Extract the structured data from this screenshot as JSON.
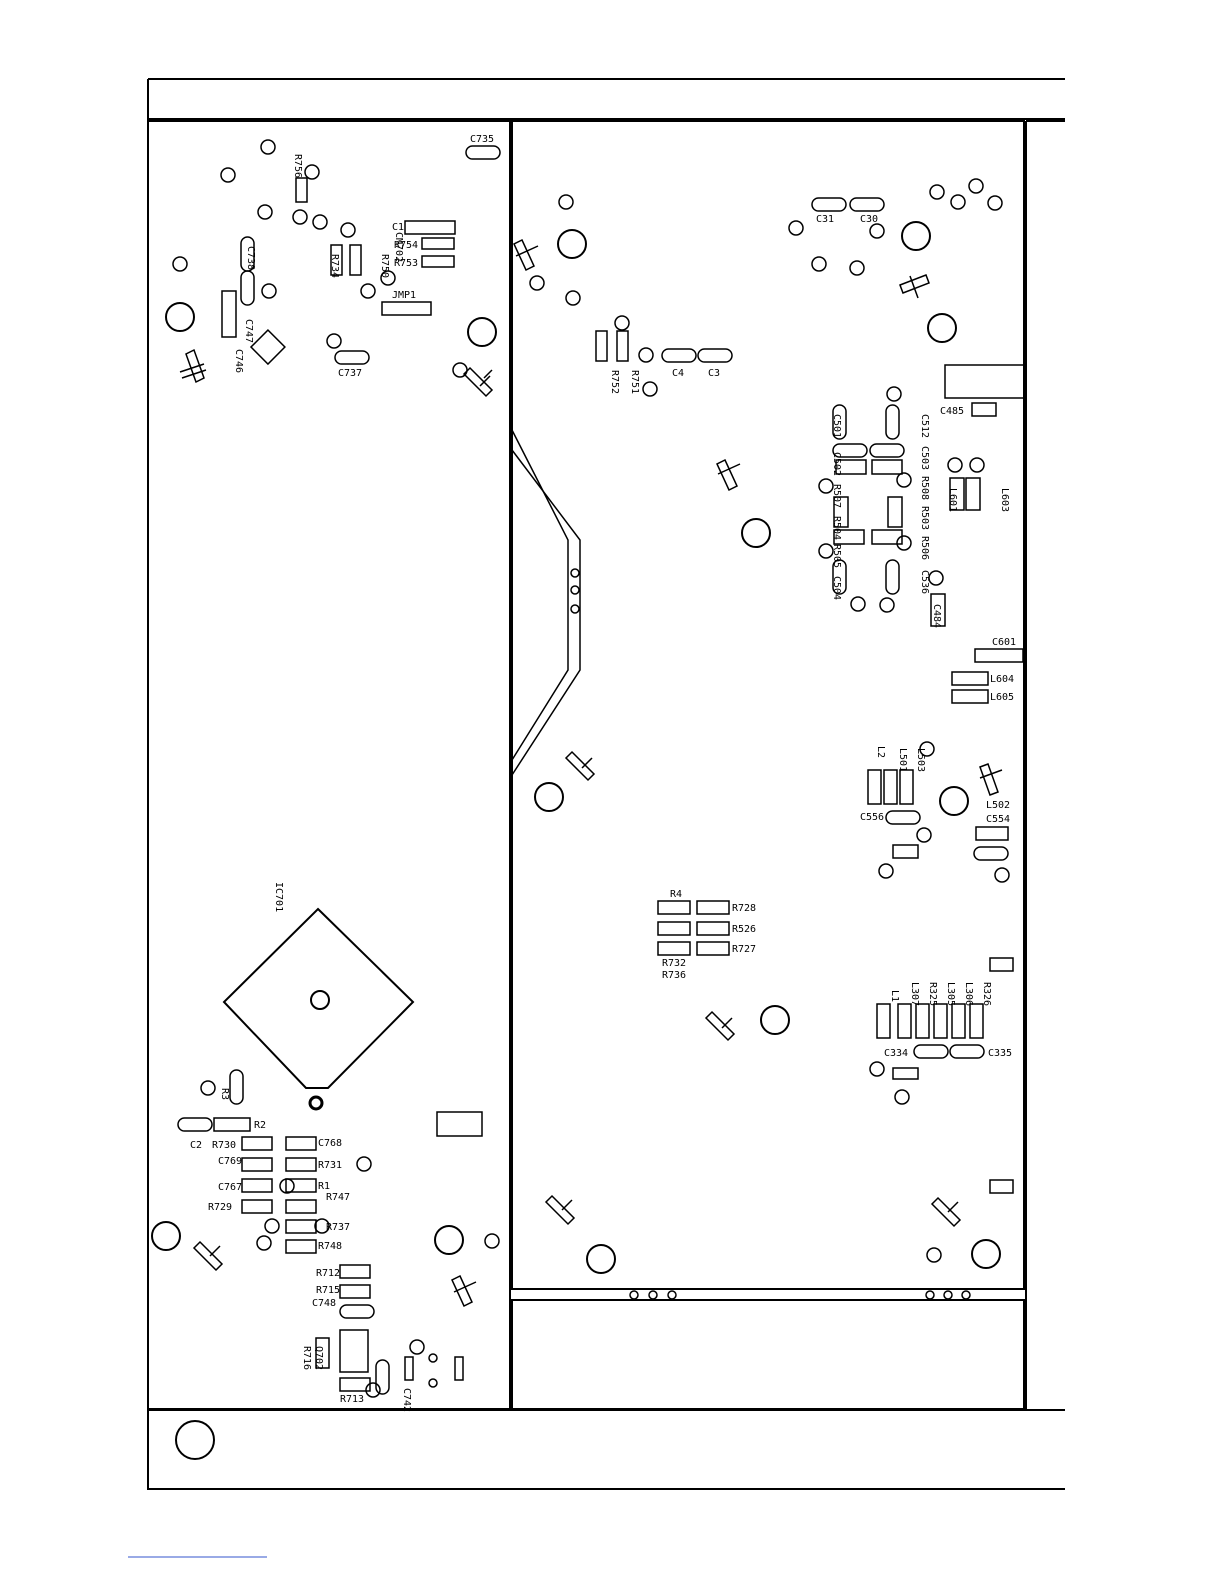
{
  "labels": {
    "ic701": "IC701",
    "c735": "C735",
    "r756": "R756",
    "c1": "C1",
    "cm702": "CM702",
    "r754": "R754",
    "r753": "R753",
    "r734": "R734",
    "r750": "R750",
    "c738": "C738",
    "c747": "C747",
    "c746": "C746",
    "jmp1": "JMP1",
    "c737": "C737",
    "c31": "C31",
    "c30": "C30",
    "r752": "R752",
    "r751": "R751",
    "c4": "C4",
    "c3": "C3",
    "c485": "C485",
    "c501": "C501",
    "c502": "C502",
    "r507": "R507",
    "r504": "R504",
    "r505": "R505",
    "c504": "C504",
    "c512": "C512",
    "c503": "C503",
    "r508": "R508",
    "r503": "R503",
    "r506": "R506",
    "c536": "C536",
    "l601": "L601",
    "l603": "L603",
    "c484": "C484",
    "c601": "C601",
    "l604": "L604",
    "l605": "L605",
    "l2": "L2",
    "l501": "L501",
    "l503": "L503",
    "l502": "L502",
    "c554": "C554",
    "c556": "C556",
    "r4": "R4",
    "r728": "R728",
    "r526": "R526",
    "r727": "R727",
    "r732": "R732",
    "r736": "R736",
    "l1": "L1",
    "l307": "L307",
    "r325": "R325",
    "l305": "L305",
    "l306": "L306",
    "r326": "R326",
    "c334": "C334",
    "c335": "C335",
    "r3": "R3",
    "r2": "R2",
    "c2": "C2",
    "r730": "R730",
    "c768": "C768",
    "c769": "C769",
    "r731": "R731",
    "r1": "R1",
    "c767": "C767",
    "r747": "R747",
    "r729": "R729",
    "r737": "R737",
    "r748": "R748",
    "r712": "R712",
    "r715": "R715",
    "c748": "C748",
    "r716": "R716",
    "q702": "Q702",
    "r713": "R713",
    "c742": "C742"
  }
}
